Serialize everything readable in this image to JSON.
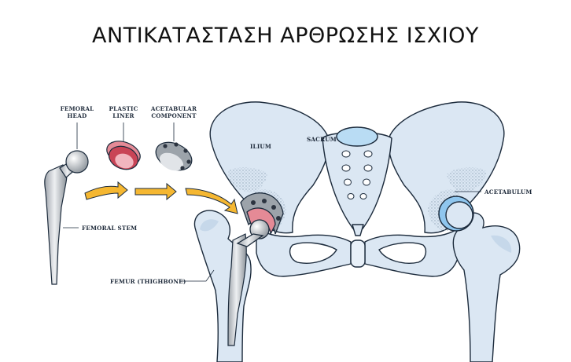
{
  "title": "ΑΝΤΙΚΑΤΑΣΤΑΣΗ ΑΡΘΡΩΣΗΣ ΙΣΧΙΟΥ",
  "labels": {
    "femoral_head_1": "FEMORAL",
    "femoral_head_2": "HEAD",
    "plastic_liner_1": "PLASTIC",
    "plastic_liner_2": "LINER",
    "acetabular_component_1": "ACETABULAR",
    "acetabular_component_2": "COMPONENT",
    "femoral_stem": "FEMORAL STEM",
    "femur": "FEMUR (THIGHBONE)",
    "ilium": "ILIUM",
    "sacrum": "SACRUM",
    "acetabulum": "ACETABULUM"
  },
  "colors": {
    "bone": "#dbe7f3",
    "bone_outline": "#1c2b3c",
    "metal": "#c9cdd2",
    "liner": "#e58a96",
    "arrow": "#f5b731",
    "cartilage": "#8fc6ee"
  }
}
